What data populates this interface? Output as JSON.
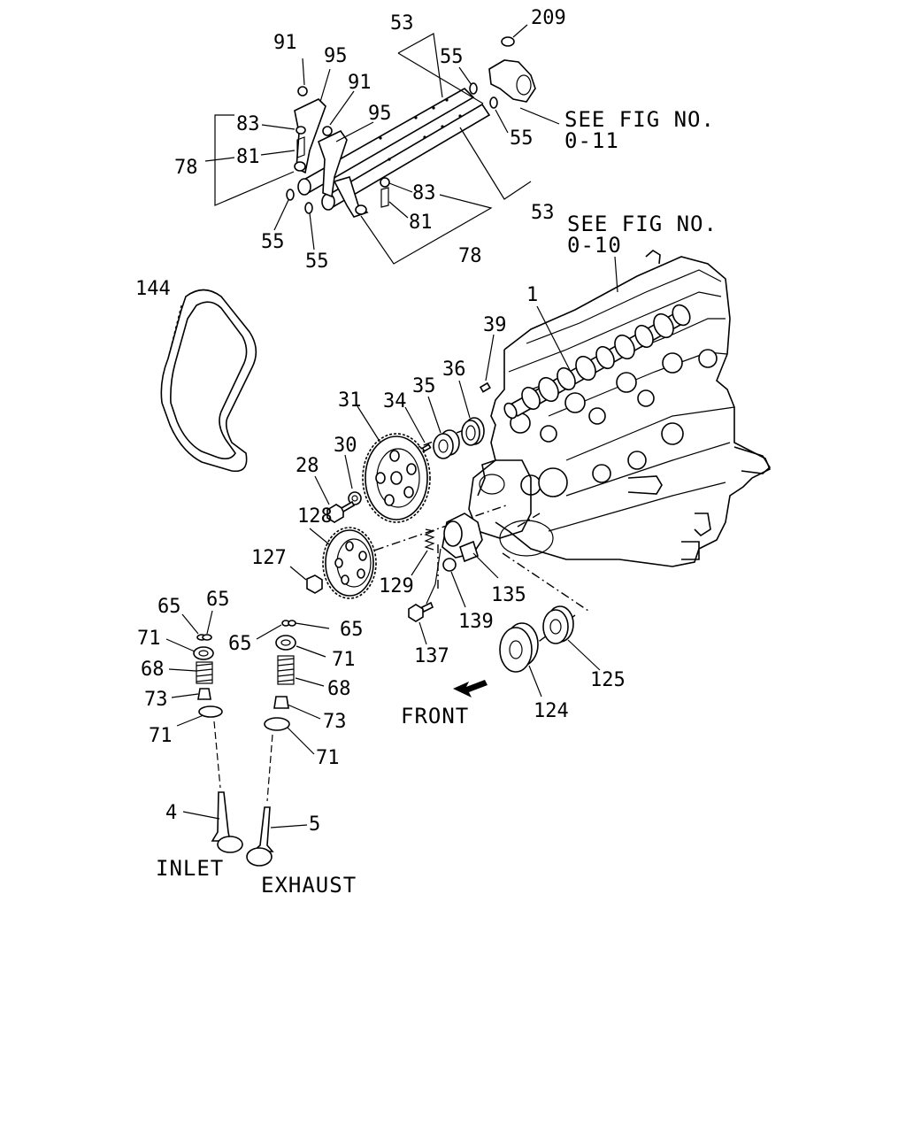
{
  "diagram": {
    "callouts": {
      "c209": "209",
      "c53_top": "53",
      "c55_top": "55",
      "c91_a": "91",
      "c95_a": "95",
      "c91_b": "91",
      "c95_b": "95",
      "c83_left": "83",
      "c81_left": "81",
      "c78_left": "78",
      "c55_right": "55",
      "c53_right": "53",
      "c83_right": "83",
      "c81_right": "81",
      "c78_right": "78",
      "c55_bl1": "55",
      "c55_bl2": "55",
      "c144": "144",
      "c1": "1",
      "c39": "39",
      "c36": "36",
      "c35": "35",
      "c34": "34",
      "c31": "31",
      "c30": "30",
      "c28": "28",
      "c128": "128",
      "c127": "127",
      "c129": "129",
      "c135": "135",
      "c139": "139",
      "c137": "137",
      "c124": "124",
      "c125": "125",
      "c65_a": "65",
      "c65_b": "65",
      "c71_a": "71",
      "c68_a": "68",
      "c73_a": "73",
      "c71_b": "71",
      "c4": "4",
      "c65_c": "65",
      "c65_d": "65",
      "c71_c": "71",
      "c68_b": "68",
      "c73_b": "73",
      "c71_d": "71",
      "c5": "5"
    },
    "refs": {
      "fig_011_line1": "SEE FIG NO.",
      "fig_011_line2": "0-11",
      "fig_010_line1": "SEE FIG NO.",
      "fig_010_line2": "0-10"
    },
    "labels": {
      "front": "FRONT",
      "inlet": "INLET",
      "exhaust": "EXHAUST"
    }
  }
}
